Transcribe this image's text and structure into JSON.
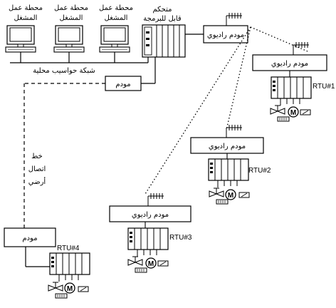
{
  "workstations": [
    {
      "title": "محطة عمل",
      "subtitle": "المشغل"
    },
    {
      "title": "محطة عمل",
      "subtitle": "المشغل"
    },
    {
      "title": "محطة عمل",
      "subtitle": "المشغل"
    }
  ],
  "plc": {
    "line1": "متحكم",
    "line2": "قابل للبرمجة"
  },
  "lan_label": "شبكة حواسيب محلية",
  "modem_label": "مودم",
  "radio_modem_label": "مودم راديوي",
  "landline_label": {
    "line1": "خط",
    "line2": "اتصال",
    "line3": "أرضي"
  },
  "rtus": [
    {
      "name": "RTU#1",
      "modem": "مودم راديوي"
    },
    {
      "name": "RTU#2",
      "modem": "مودم راديوي"
    },
    {
      "name": "RTU#3",
      "modem": "مودم راديوي"
    },
    {
      "name": "RTU#4",
      "modem": "مودم"
    }
  ],
  "motor_symbol": "M"
}
